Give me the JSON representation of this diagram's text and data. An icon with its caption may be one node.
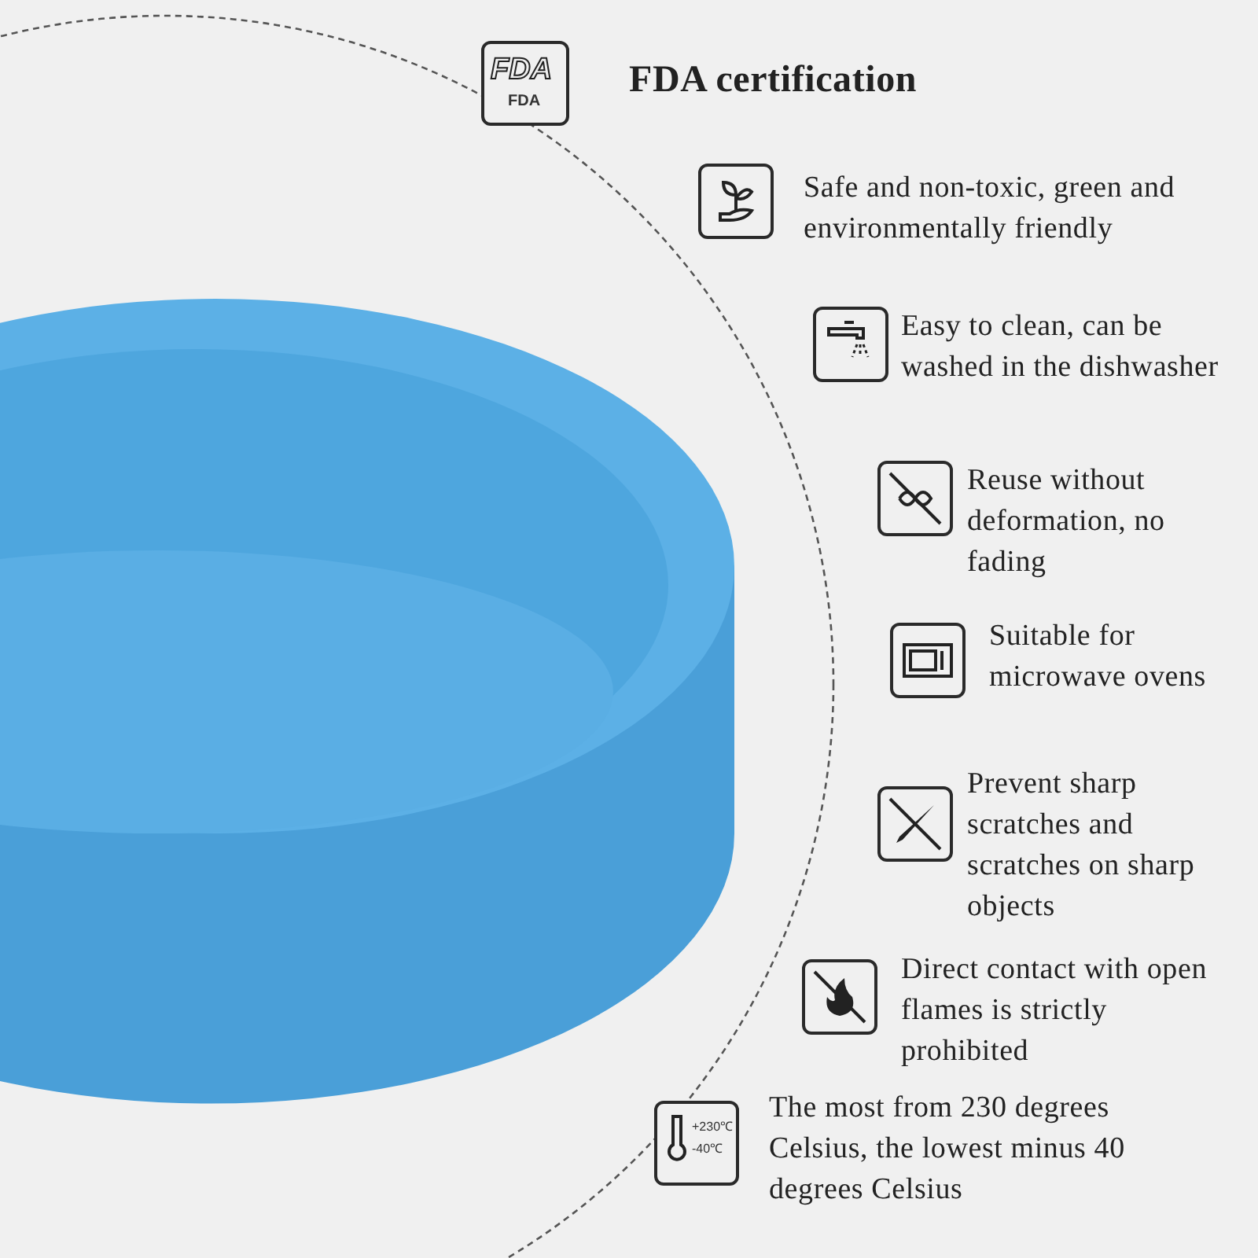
{
  "diagram": {
    "labels": [
      "FDA",
      "FDA",
      "FDA certification",
      "Safe and non-toxic, green and environmentally friendly",
      "Easy to clean, can be washed in the dishwasher",
      "Reuse without deformation, no fading",
      "Suitable for microwave ovens",
      "Prevent sharp scratches and scratches on sharp objects",
      "Direct contact with open flames is strictly prohibited",
      "+230℃",
      "-40℃",
      "The most from 230 degrees Celsius, the lowest minus 40 degrees Celsius"
    ]
  }
}
